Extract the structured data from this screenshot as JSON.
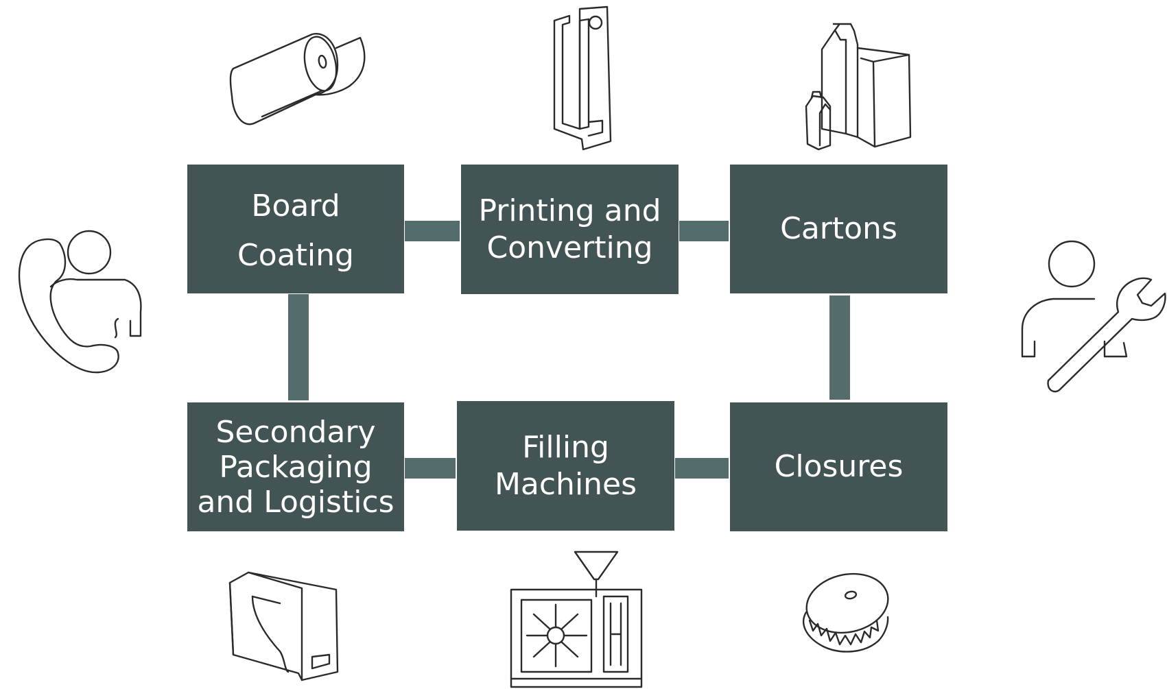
{
  "nodes": {
    "board_coating": {
      "line1": "Board",
      "line2": "Coating"
    },
    "printing_converting": {
      "line1": "Printing and",
      "line2": "Converting"
    },
    "cartons": {
      "line1": "Cartons"
    },
    "secondary_packaging": {
      "line1": "Secondary",
      "line2": "Packaging",
      "line3": "and Logistics"
    },
    "filling_machines": {
      "line1": "Filling",
      "line2": "Machines"
    },
    "closures": {
      "line1": "Closures"
    }
  },
  "icons": {
    "left": "customer-support-icon",
    "right": "technical-service-icon",
    "board_roll": "paperboard-roll-icon",
    "carton_blank": "carton-blank-icon",
    "cartons": "cartons-icon",
    "secondary_box": "shipping-box-icon",
    "filling_machine": "filling-machine-icon",
    "closure_cap": "screw-cap-icon"
  },
  "colors": {
    "box": "#425453",
    "connector": "#546c6c",
    "text": "#ffffff",
    "icon_stroke": "#2a2a2a"
  }
}
